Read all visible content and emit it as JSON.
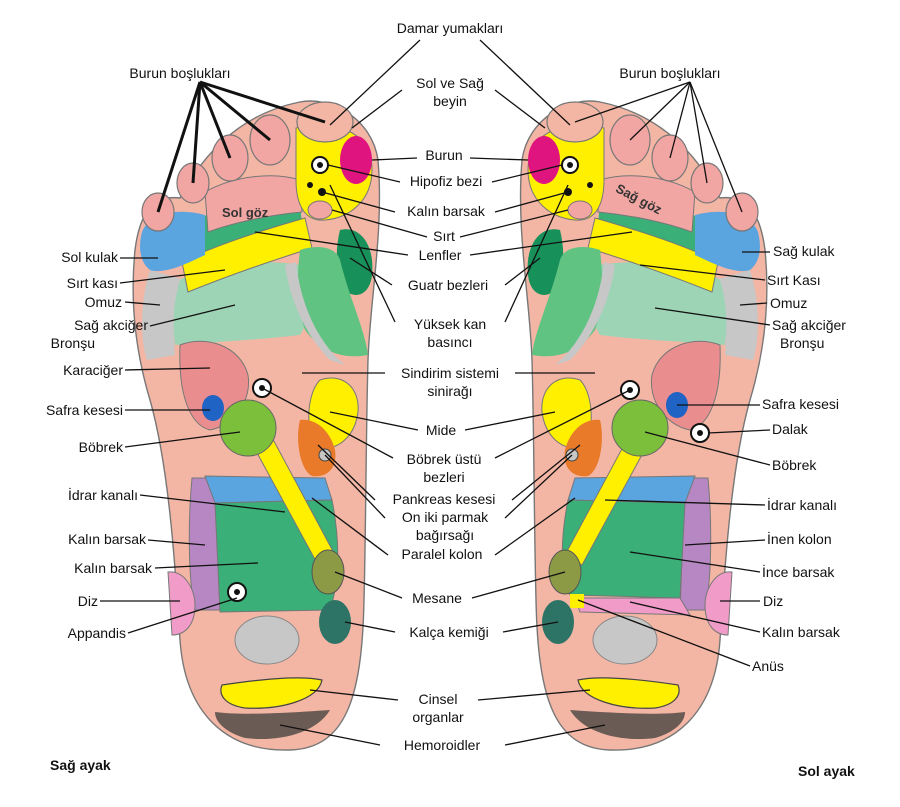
{
  "colors": {
    "skin": "#f4b6a4",
    "toe_pink": "#f2a6a3",
    "yellow": "#fff000",
    "magenta": "#e0147e",
    "teal": "#3aaf77",
    "mint": "#9ed4b6",
    "light_green": "#60c382",
    "dark_green": "#17905a",
    "blue": "#5aa4e0",
    "dark_blue": "#1f63c5",
    "grey": "#c7c7c7",
    "lilac": "#b787c4",
    "pink": "#f19bc8",
    "orange": "#e87a2a",
    "olive": "#8c9a46",
    "dark_teal": "#2e7466",
    "pink_red": "#e98d8f",
    "brown_grey": "#6a5b54"
  },
  "feet": {
    "right_caption": "Sağ ayak",
    "left_caption": "Sol ayak",
    "right_eye_text": "Sol göz",
    "left_eye_text": "Sağ göz"
  },
  "labels": {
    "center": {
      "damar": "Damar yumakları",
      "brain_1": "Sol ve Sağ",
      "brain_2": "beyin",
      "burun": "Burun",
      "hipofiz": "Hipofiz bezi",
      "kalin_barsak": "Kalın barsak",
      "sirt": "Sırt",
      "lenfler": "Lenfler",
      "guatr": "Guatr bezleri",
      "tansiyon_1": "Yüksek kan",
      "tansiyon_2": "basıncı",
      "sindirim_1": "Sindirim sistemi",
      "sindirim_2": "sinirağı",
      "mide": "Mide",
      "bobrek_ustu_1": "Böbrek üstü",
      "bobrek_ustu_2": "bezleri",
      "pankreas": "Pankreas kesesi",
      "on_iki_1": "On iki parmak",
      "on_iki_2": "bağırsağı",
      "paralel": "Paralel kolon",
      "mesane": "Mesane",
      "kalca": "Kalça kemiği",
      "cinsel_1": "Cinsel",
      "cinsel_2": "organlar",
      "hemoroid": "Hemoroidler"
    },
    "left_side": {
      "burun": "Burun boşlukları",
      "sol_kulak": "Sol kulak",
      "sirt_kasi": "Sırt kası",
      "omuz": "Omuz",
      "akciger": "Sağ akciğer",
      "bronsu": "Bronşu",
      "karaciger": "Karaciğer",
      "safra": "Safra kesesi",
      "bobrek": "Böbrek",
      "idrar": "İdrar kanalı",
      "kalin_1": "Kalın barsak",
      "kalin_2": "Kalın barsak",
      "diz": "Diz",
      "appandis": "Appandis"
    },
    "right_side": {
      "burun": "Burun boşlukları",
      "sag_kulak": "Sağ kulak",
      "sirt_kasi": "Sırt Kası",
      "omuz": "Omuz",
      "akciger": "Sağ akciğer",
      "bronsu": "Bronşu",
      "safra": "Safra kesesi",
      "dalak": "Dalak",
      "bobrek": "Böbrek",
      "idrar": "İdrar kanalı",
      "inen": "İnen kolon",
      "ince": "İnce barsak",
      "diz": "Diz",
      "kalin": "Kalın barsak",
      "anus": "Anüs"
    }
  }
}
